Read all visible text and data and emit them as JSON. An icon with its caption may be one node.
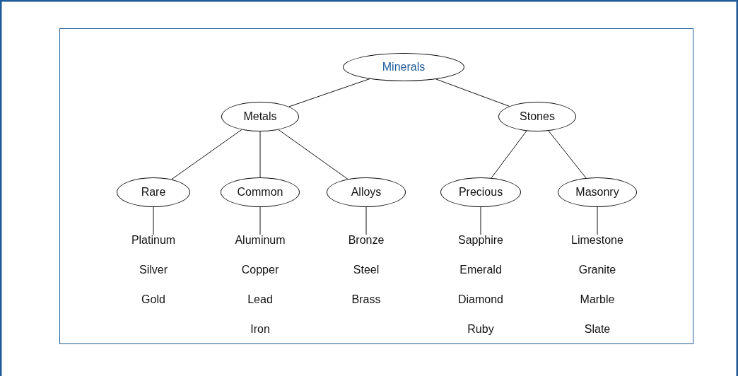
{
  "diagram": {
    "nodes": [
      {
        "text": [
          "Minerals"
        ]
      },
      {
        "text": [
          "Metals"
        ]
      },
      {
        "text": [
          "Stones"
        ]
      },
      {
        "text": [
          "Rare"
        ]
      },
      {
        "text": [
          "Common"
        ]
      },
      {
        "text": [
          "Alloys"
        ]
      },
      {
        "text": [
          "Precious"
        ]
      },
      {
        "text": [
          "Masonry"
        ]
      },
      {
        "text": [
          "Platinum",
          "Silver",
          "Gold"
        ]
      },
      {
        "text": [
          "Aluminum",
          "Copper",
          "Lead",
          "Iron"
        ]
      },
      {
        "text": [
          "Bronze",
          "Steel",
          "Brass"
        ]
      },
      {
        "text": [
          "Sapphire",
          "Emerald",
          "Diamond",
          "Ruby"
        ]
      },
      {
        "text": [
          "Limestone",
          "Granite",
          "Marble",
          "Slate"
        ]
      }
    ],
    "edges": [
      {
        "from": 0,
        "to": 1,
        "arrow": "none"
      },
      {
        "from": 0,
        "to": 2,
        "arrow": "none"
      },
      {
        "from": 1,
        "to": 3,
        "arrow": "none"
      },
      {
        "from": 1,
        "to": 4,
        "arrow": "none"
      },
      {
        "from": 1,
        "to": 5,
        "arrow": "none"
      },
      {
        "from": 2,
        "to": 6,
        "arrow": "none"
      },
      {
        "from": 2,
        "to": 7,
        "arrow": "none"
      },
      {
        "from": 3,
        "to": 8,
        "arrow": "none"
      },
      {
        "from": 4,
        "to": 9,
        "arrow": "none"
      },
      {
        "from": 5,
        "to": 10,
        "arrow": "none"
      },
      {
        "from": 6,
        "to": 11,
        "arrow": "none"
      },
      {
        "from": 7,
        "to": 12,
        "arrow": "none"
      }
    ]
  }
}
